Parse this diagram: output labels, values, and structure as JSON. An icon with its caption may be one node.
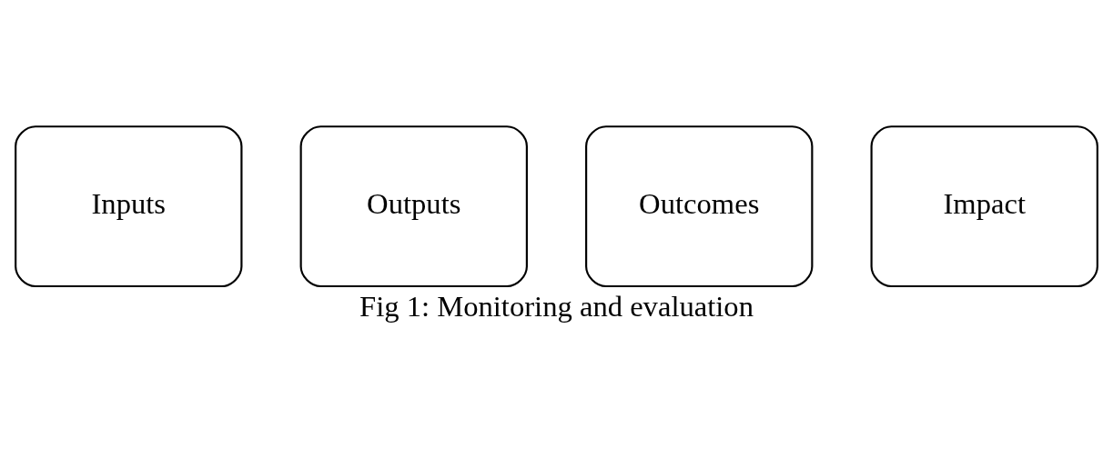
{
  "diagram": {
    "caption": "Fig 1: Monitoring and evaluation",
    "nodes": [
      {
        "text": [
          "Inputs"
        ]
      },
      {
        "text": [
          "Outputs"
        ]
      },
      {
        "text": [
          "Outcomes"
        ]
      },
      {
        "text": [
          "Impact"
        ]
      }
    ],
    "edges": []
  }
}
